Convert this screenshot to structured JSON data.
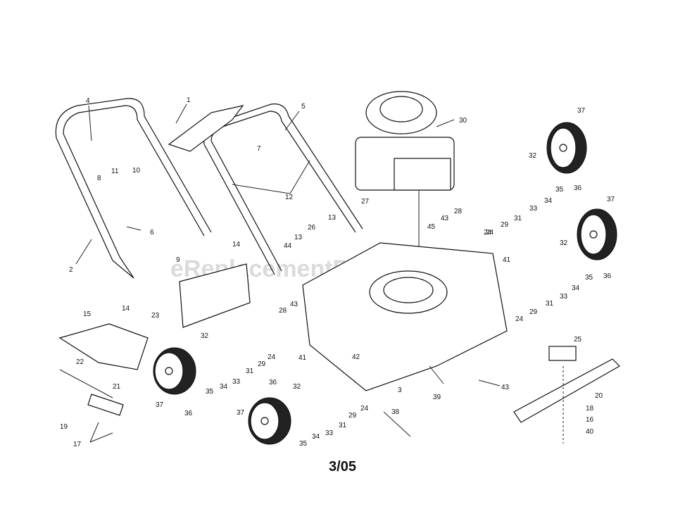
{
  "watermark": "eReplacementParts.com",
  "footer_code": "3/05",
  "part_labels": [
    "1",
    "2",
    "3",
    "4",
    "5",
    "6",
    "7",
    "8",
    "9",
    "10",
    "11",
    "12",
    "13",
    "13",
    "14",
    "14",
    "15",
    "16",
    "17",
    "18",
    "19",
    "20",
    "21",
    "22",
    "23",
    "24",
    "24",
    "24",
    "24",
    "24",
    "25",
    "26",
    "27",
    "28",
    "28",
    "29",
    "29",
    "29",
    "29",
    "30",
    "31",
    "31",
    "31",
    "31",
    "32",
    "32",
    "32",
    "32",
    "33",
    "33",
    "33",
    "33",
    "34",
    "34",
    "34",
    "34",
    "35",
    "35",
    "35",
    "35",
    "36",
    "36",
    "36",
    "36",
    "37",
    "37",
    "37",
    "37",
    "38",
    "39",
    "40",
    "41",
    "41",
    "42",
    "43",
    "43",
    "43",
    "44",
    "45"
  ]
}
